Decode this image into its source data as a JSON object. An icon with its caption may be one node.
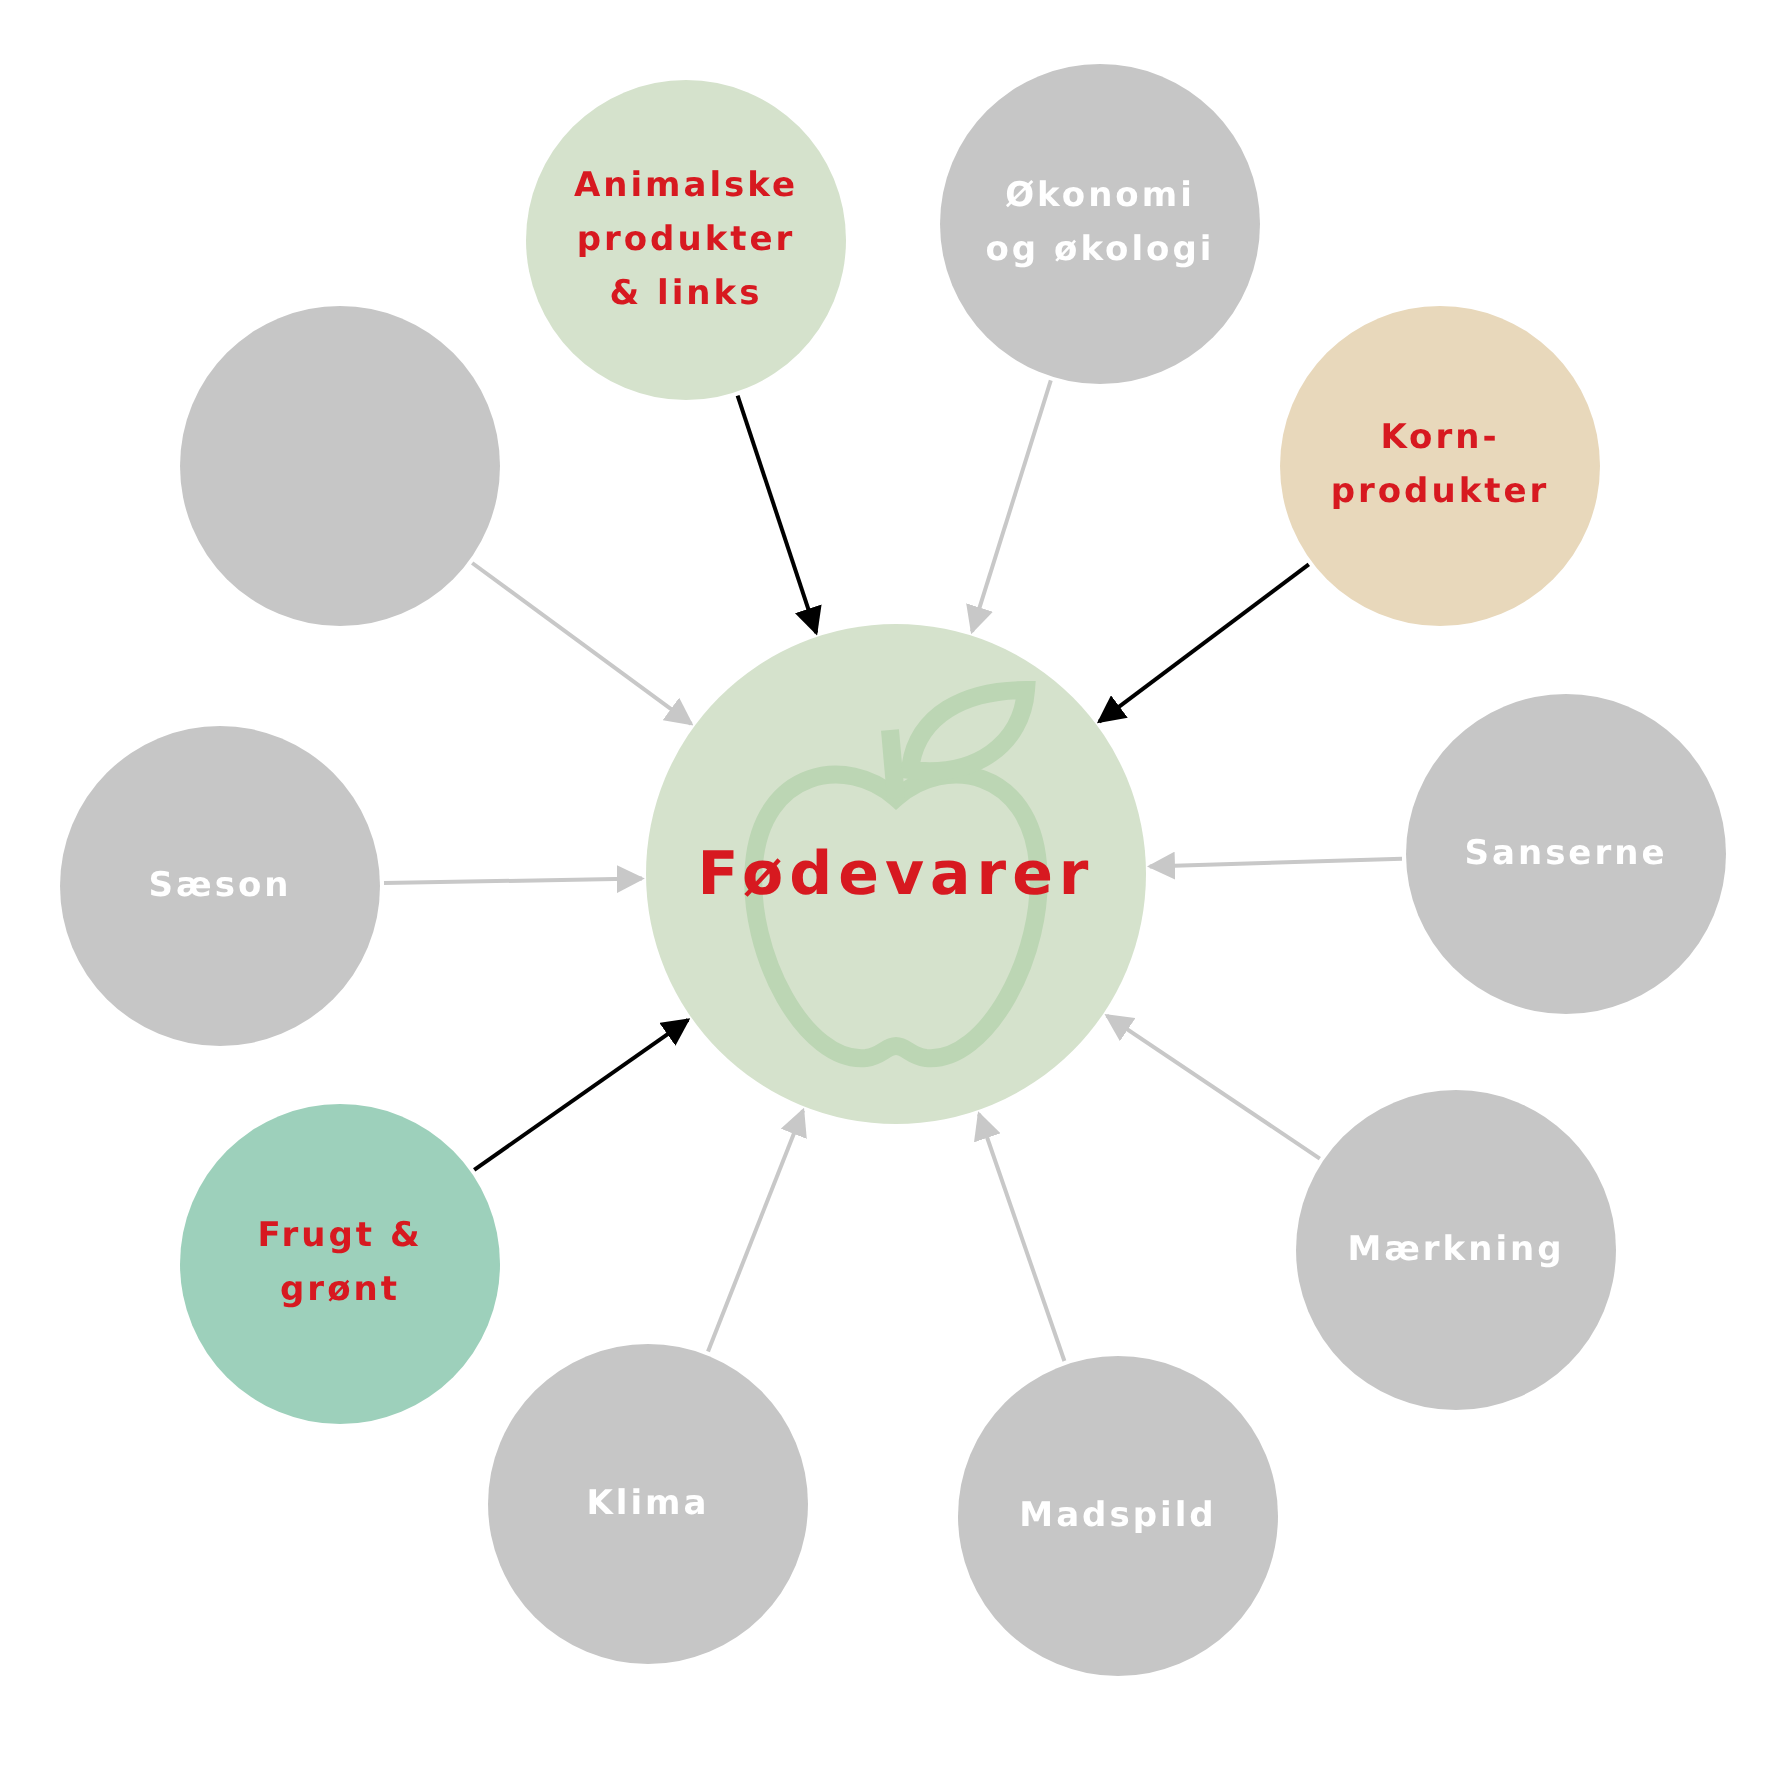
{
  "diagram": {
    "nodes": [
      {
        "text": [
          "Fødevarer"
        ]
      },
      {
        "text": [
          "Animalske produkter & links"
        ]
      },
      {
        "text": [
          "Økonomi og økologi"
        ]
      },
      {
        "text": [
          "Korn-produkter"
        ]
      },
      {
        "text": [
          "Sanserne"
        ]
      },
      {
        "text": [
          "Mærkning"
        ]
      },
      {
        "text": [
          "Madspild"
        ]
      },
      {
        "text": [
          "Klima"
        ]
      },
      {
        "text": [
          "Frugt & grønt"
        ]
      },
      {
        "text": [
          "Sæson"
        ]
      },
      {
        "text": [],
        "shape": "circle"
      }
    ],
    "edges": [
      {
        "from": 1,
        "to": 0,
        "arrow": "to",
        "color": "#000000"
      },
      {
        "from": 2,
        "to": 0,
        "arrow": "to"
      },
      {
        "from": 3,
        "to": 0,
        "arrow": "to",
        "color": "#000000"
      },
      {
        "from": 4,
        "to": 0,
        "arrow": "to"
      },
      {
        "from": 5,
        "to": 0,
        "arrow": "to"
      },
      {
        "from": 6,
        "to": 0,
        "arrow": "to"
      },
      {
        "from": 7,
        "to": 0,
        "arrow": "to"
      },
      {
        "from": 8,
        "to": 0,
        "arrow": "to",
        "color": "#000000"
      },
      {
        "from": 9,
        "to": 0,
        "arrow": "to"
      },
      {
        "from": 10,
        "to": 0,
        "arrow": "to"
      }
    ]
  }
}
